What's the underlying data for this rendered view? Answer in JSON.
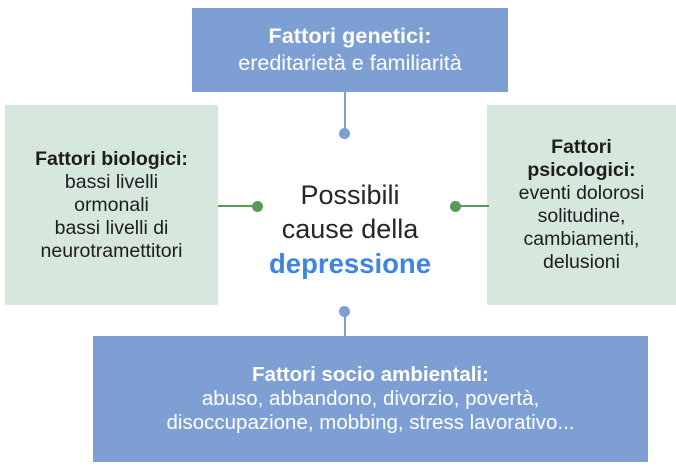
{
  "diagram": {
    "type": "mind-map",
    "center": {
      "line1": "Possibili",
      "line2": "cause della",
      "emphasis": "depressione",
      "emphasis_color": "#3d85e0",
      "text_color": "#262626"
    },
    "nodes": [
      {
        "id": "genetici",
        "position": "top",
        "title": "Fattori genetici:",
        "body": "ereditarietà e familiarità",
        "background": "#7e9fd4",
        "text_color": "#ffffff",
        "connector_color": "#7e9fd4"
      },
      {
        "id": "biologici",
        "position": "left",
        "title": "Fattori biologici:",
        "body": "bassi livelli\normonali\nbassi livelli di\nneurotramettitori",
        "body_line1": "bassi livelli",
        "body_line2": "ormonali",
        "body_line3": "bassi livelli di",
        "body_line4": "neurotramettitori",
        "background": "#d6e7dd",
        "text_color": "#1d1d1d",
        "connector_color": "#5a9a58"
      },
      {
        "id": "psicologici",
        "position": "right",
        "title_line1": "Fattori",
        "title_line2": "psicologici:",
        "body_line1": "eventi dolorosi",
        "body_line2": "solitudine,",
        "body_line3": "cambiamenti,",
        "body_line4": "delusioni",
        "background": "#d6e7dd",
        "text_color": "#1d1d1d",
        "connector_color": "#5a9a58"
      },
      {
        "id": "socio",
        "position": "bottom",
        "title": "Fattori socio ambientali:",
        "body_line1": "abuso, abbandono, divorzio, povertà,",
        "body_line2": "disoccupazione, mobbing, stress lavorativo...",
        "background": "#7e9fd4",
        "text_color": "#ffffff",
        "connector_color": "#7e9fd4"
      }
    ]
  }
}
